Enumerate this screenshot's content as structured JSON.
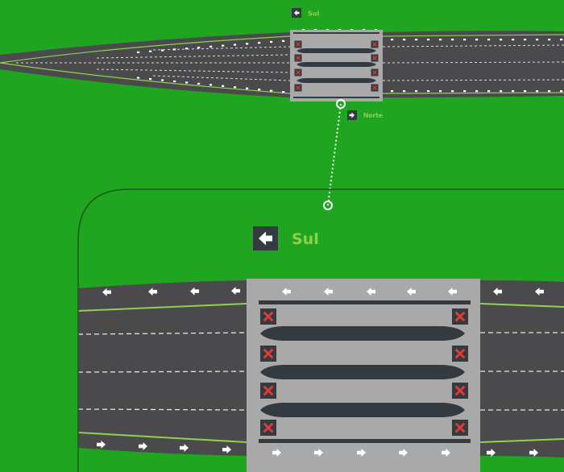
{
  "colors": {
    "grass": "#1fa51f",
    "road": "#4a4a4d",
    "plaza": "#a9a9a9",
    "booth": "#333a40",
    "accent": "#8fd14f",
    "lane_x": "#e53935",
    "marker": "#ffffff",
    "outline": "#1a5a1a"
  },
  "overview": {
    "label_south": "Sul",
    "label_north": "Norte",
    "south_direction_icon": "arrow-left-icon",
    "north_direction_icon": "arrow-right-icon"
  },
  "detail": {
    "label_south": "Sul",
    "south_direction_icon": "arrow-left-icon",
    "lane_status_icon": "lane-closed-x-icon",
    "traffic_arrow_top": "arrow-left-icon",
    "traffic_arrow_bottom": "arrow-right-icon"
  }
}
